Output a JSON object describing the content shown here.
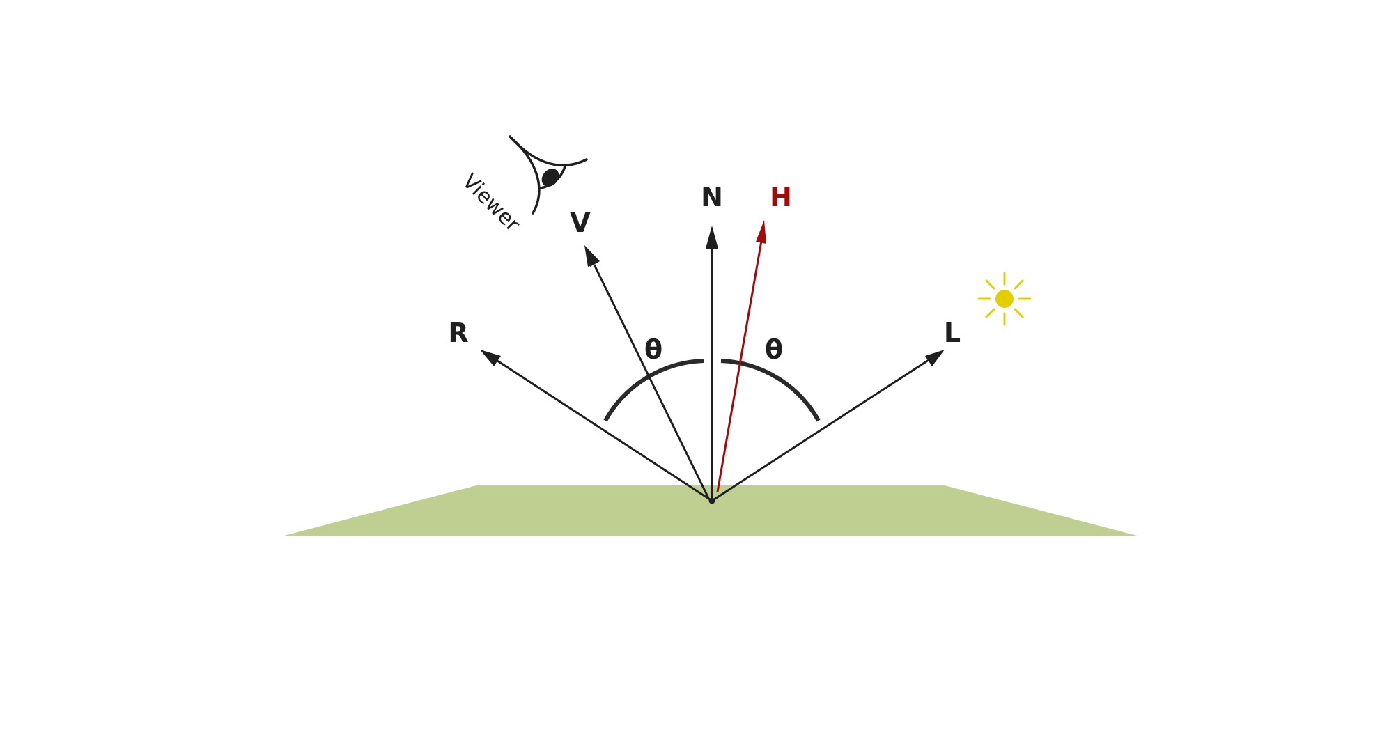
{
  "labels": {
    "normal": "N",
    "halfway": "H",
    "viewer_vec": "V",
    "reflect": "R",
    "light": "L",
    "angle_left": "θ",
    "angle_right": "θ",
    "viewer": "Viewer"
  },
  "colors": {
    "surface": "#bfcf91",
    "line": "#1f1f1f",
    "halfway": "#a50a0a",
    "sun": "#e3cf00",
    "background": "#ffffff"
  },
  "icons": [
    "eye-icon",
    "sun-icon"
  ]
}
